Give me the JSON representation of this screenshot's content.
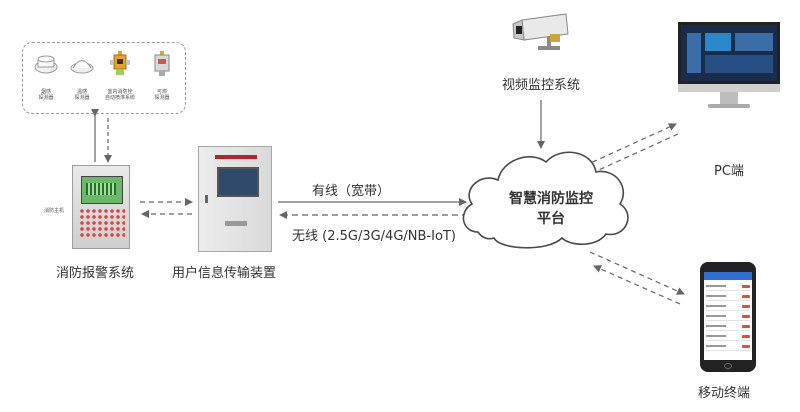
{
  "detectors": [
    {
      "label_line1": "烟感",
      "label_line2": "探测器",
      "icon": "smoke-detector-icon"
    },
    {
      "label_line1": "温感",
      "label_line2": "探测器",
      "icon": "heat-detector-icon"
    },
    {
      "label_line1": "室内消防栓",
      "label_line2": "自动喷淋系统",
      "icon": "sprinkler-valve-icon"
    },
    {
      "label_line1": "可燃",
      "label_line2": "探测器",
      "icon": "gas-detector-icon"
    }
  ],
  "nodes": {
    "fire_alarm": {
      "label": "消防报警系统",
      "side_label": "消防主机"
    },
    "transmission": {
      "label": "用户信息传输装置"
    },
    "cloud": {
      "line1": "智慧消防监控",
      "line2": "平台"
    },
    "video": {
      "label": "视频监控系统"
    },
    "pc": {
      "label": "PC端"
    },
    "mobile": {
      "label": "移动终端"
    }
  },
  "links": {
    "wired": "有线（宽带）",
    "wireless": "无线 (2.5G/3G/4G/NB-IoT)"
  },
  "colors": {
    "arrow": "#666666",
    "cloud_stroke": "#4a4a4a",
    "dashed": "#7a7a7a"
  }
}
